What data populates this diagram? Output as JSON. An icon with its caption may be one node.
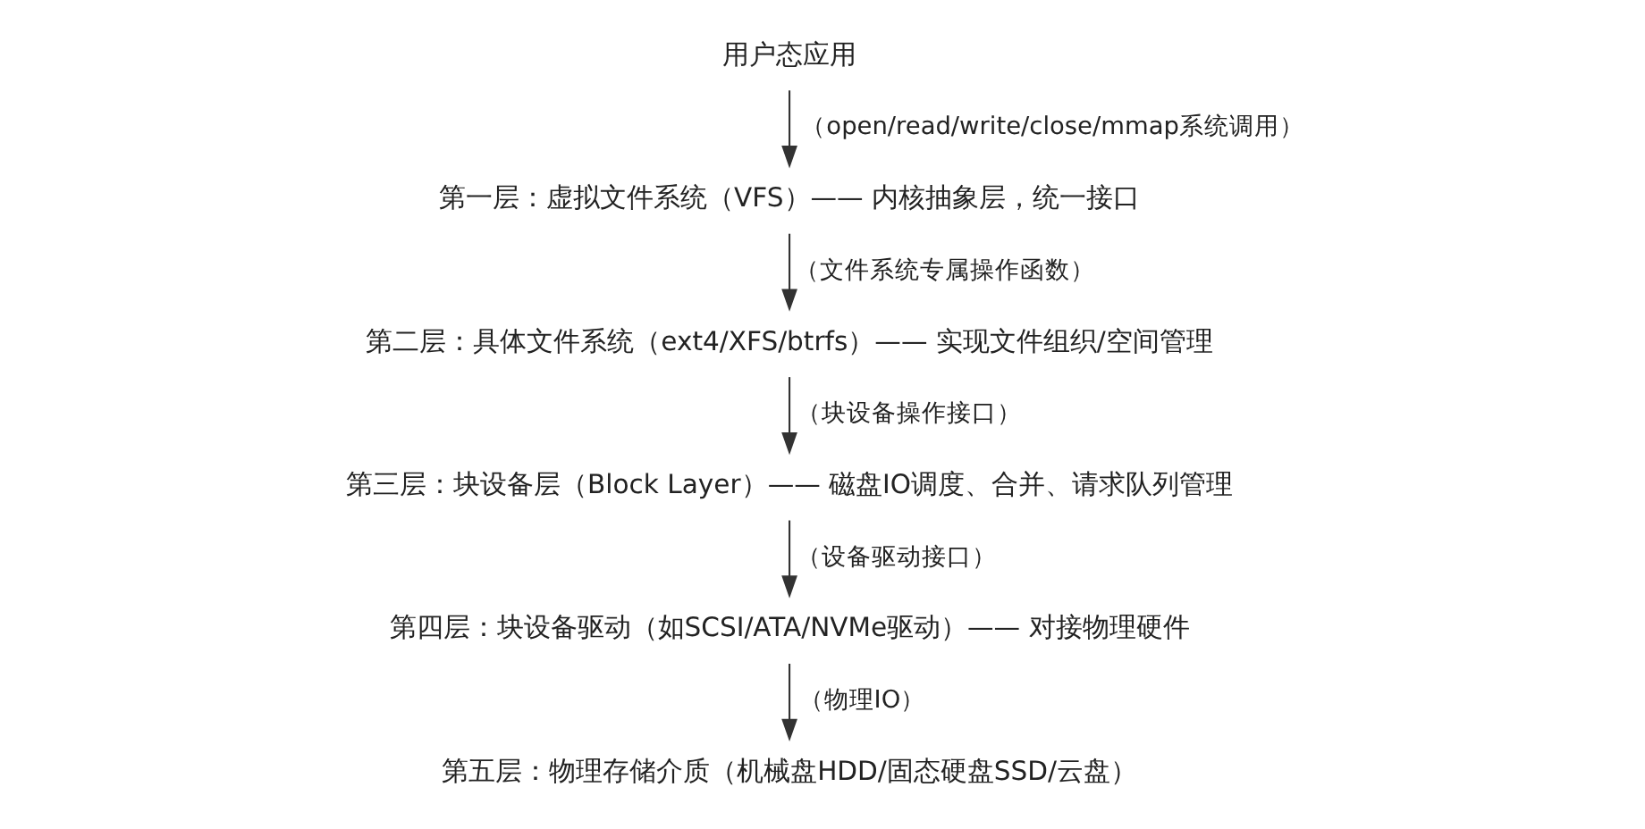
{
  "diagram": {
    "nodes": [
      {
        "text": [
          "用户态应用"
        ]
      },
      {
        "text": [
          "第一层：虚拟文件系统（VFS）—— 内核抽象层，统一接口"
        ]
      },
      {
        "text": [
          "第二层：具体文件系统（ext4/XFS/btrfs）—— 实现文件组织/空间管理"
        ]
      },
      {
        "text": [
          "第三层：块设备层（Block Layer）—— 磁盘IO调度、合并、请求队列管理"
        ]
      },
      {
        "text": [
          "第四层：块设备驱动（如SCSI/ATA/NVMe驱动）—— 对接物理硬件"
        ]
      },
      {
        "text": [
          "第五层：物理存储介质（机械盘HDD/固态硬盘SSD/云盘）"
        ]
      }
    ],
    "edges": [
      {
        "from": 0,
        "to": 1,
        "arrow": "to",
        "label": "（open/read/write/close/mmap系统调用）"
      },
      {
        "from": 1,
        "to": 2,
        "arrow": "to",
        "label": "（文件系统专属操作函数）"
      },
      {
        "from": 2,
        "to": 3,
        "arrow": "to",
        "label": "（块设备操作接口）"
      },
      {
        "from": 3,
        "to": 4,
        "arrow": "to",
        "label": "（设备驱动接口）"
      },
      {
        "from": 4,
        "to": 5,
        "arrow": "to",
        "label": "（物理IO）"
      }
    ]
  }
}
